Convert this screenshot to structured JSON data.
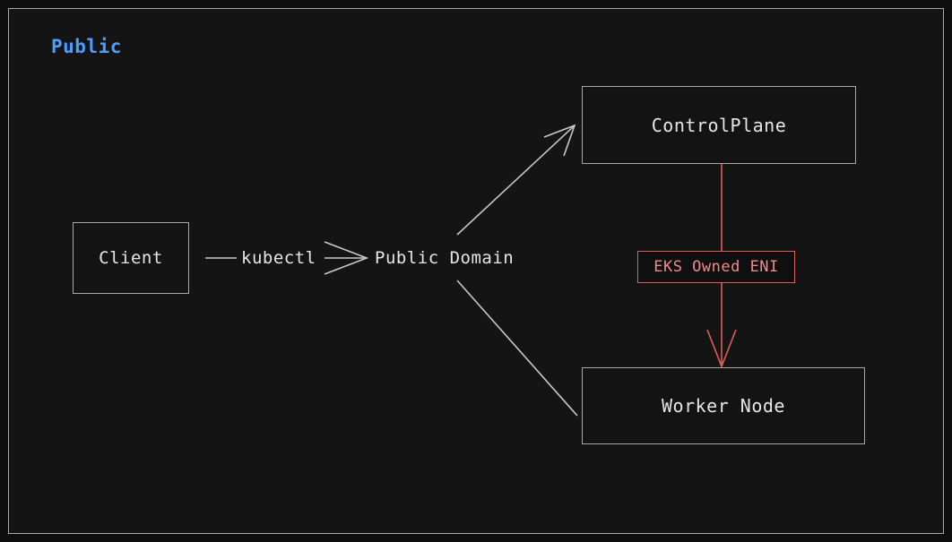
{
  "diagram": {
    "type": "architecture-flow",
    "title": "Public",
    "background_color": "#0d0d0d",
    "cluster": {
      "label": "Public",
      "label_color": "#4a9eff",
      "border_color": "#a8a8a8"
    },
    "nodes": [
      {
        "id": "client",
        "label": "Client",
        "shape": "rect",
        "border_color": "#a8a8a8",
        "text_color": "#e6e6e6"
      },
      {
        "id": "public_domain",
        "label": "Public Domain",
        "shape": "plain-text",
        "text_color": "#e6e6e6"
      },
      {
        "id": "controlplane",
        "label": "ControlPlane",
        "shape": "rect",
        "border_color": "#a8a8a8",
        "text_color": "#e6e6e6"
      },
      {
        "id": "worker_node",
        "label": "Worker Node",
        "shape": "rect",
        "border_color": "#a8a8a8",
        "text_color": "#e6e6e6"
      },
      {
        "id": "eni",
        "label": "EKS Owned ENI",
        "shape": "rect",
        "border_color": "#e05c5c",
        "text_color": "#f08a8a"
      }
    ],
    "edges": [
      {
        "from": "client",
        "to": "public_domain",
        "label": "kubectl",
        "color": "#c8c8c8",
        "arrow": "open"
      },
      {
        "from": "public_domain",
        "to": "controlplane",
        "label": "",
        "color": "#c8c8c8",
        "arrow": "open"
      },
      {
        "from": "public_domain",
        "to": "worker_node",
        "label": "",
        "color": "#c8c8c8",
        "arrow": "none"
      },
      {
        "from": "controlplane",
        "to": "worker_node",
        "label": "EKS Owned ENI",
        "color": "#e05c5c",
        "arrow": "open"
      }
    ],
    "edge_labels": {
      "kubectl": "kubectl",
      "eni": "EKS Owned ENI"
    }
  }
}
